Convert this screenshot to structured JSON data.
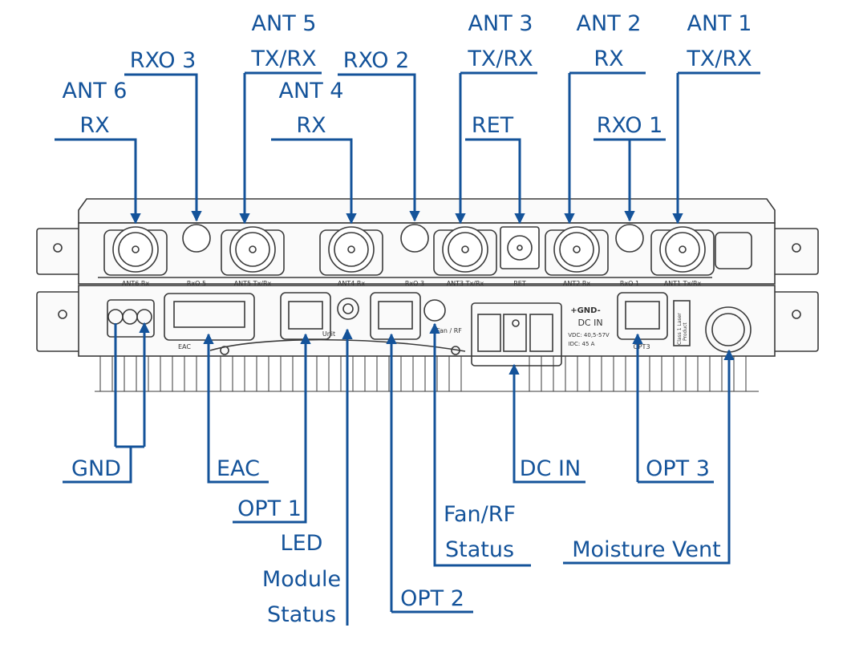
{
  "callouts": {
    "ant6": [
      "ANT 6",
      "RX"
    ],
    "rxo3": [
      "RXO 3"
    ],
    "ant5": [
      "ANT 5",
      "TX/RX"
    ],
    "ant4": [
      "ANT 4",
      "RX"
    ],
    "rxo2": [
      "RXO 2"
    ],
    "ant3": [
      "ANT 3",
      "TX/RX"
    ],
    "ret": [
      "RET"
    ],
    "ant2": [
      "ANT 2",
      "RX"
    ],
    "rxo1": [
      "RXO 1"
    ],
    "ant1": [
      "ANT 1",
      "TX/RX"
    ],
    "gnd": [
      "GND"
    ],
    "eac": [
      "EAC"
    ],
    "opt1": [
      "OPT 1"
    ],
    "led": [
      "LED",
      "Module",
      "Status"
    ],
    "opt2": [
      "OPT 2"
    ],
    "fan": [
      "Fan/RF",
      "Status"
    ],
    "dcin": [
      "DC IN"
    ],
    "opt3": [
      "OPT 3"
    ],
    "vent": [
      "Moisture Vent"
    ]
  },
  "panel_labels": {
    "ant6": "ANT6 Rx",
    "rxo5": "RxO 5",
    "ant5": "ANT5 Tx/Rx",
    "ant4": "ANT4 Rx",
    "rxo3": "RxO 3",
    "ant3": "ANT3 Tx/Rx",
    "ret": "RET",
    "ant2": "ANT2 Rx",
    "rxo1": "RxO 1",
    "ant1": "ANT1 Tx/Rx",
    "eac": "EAC",
    "led": "Unit",
    "fan": "Fan / RF",
    "gnd_box": "+GND-",
    "dc_in": "DC IN",
    "vdc": "VDC: 40,5-57V",
    "idc": "IDC: 45 A",
    "opt3": "OPT3",
    "laser1": "Class 1 Laser",
    "laser2": "Product"
  },
  "colors": {
    "callout": "#14539a",
    "drawing": "#3a3a3a"
  }
}
